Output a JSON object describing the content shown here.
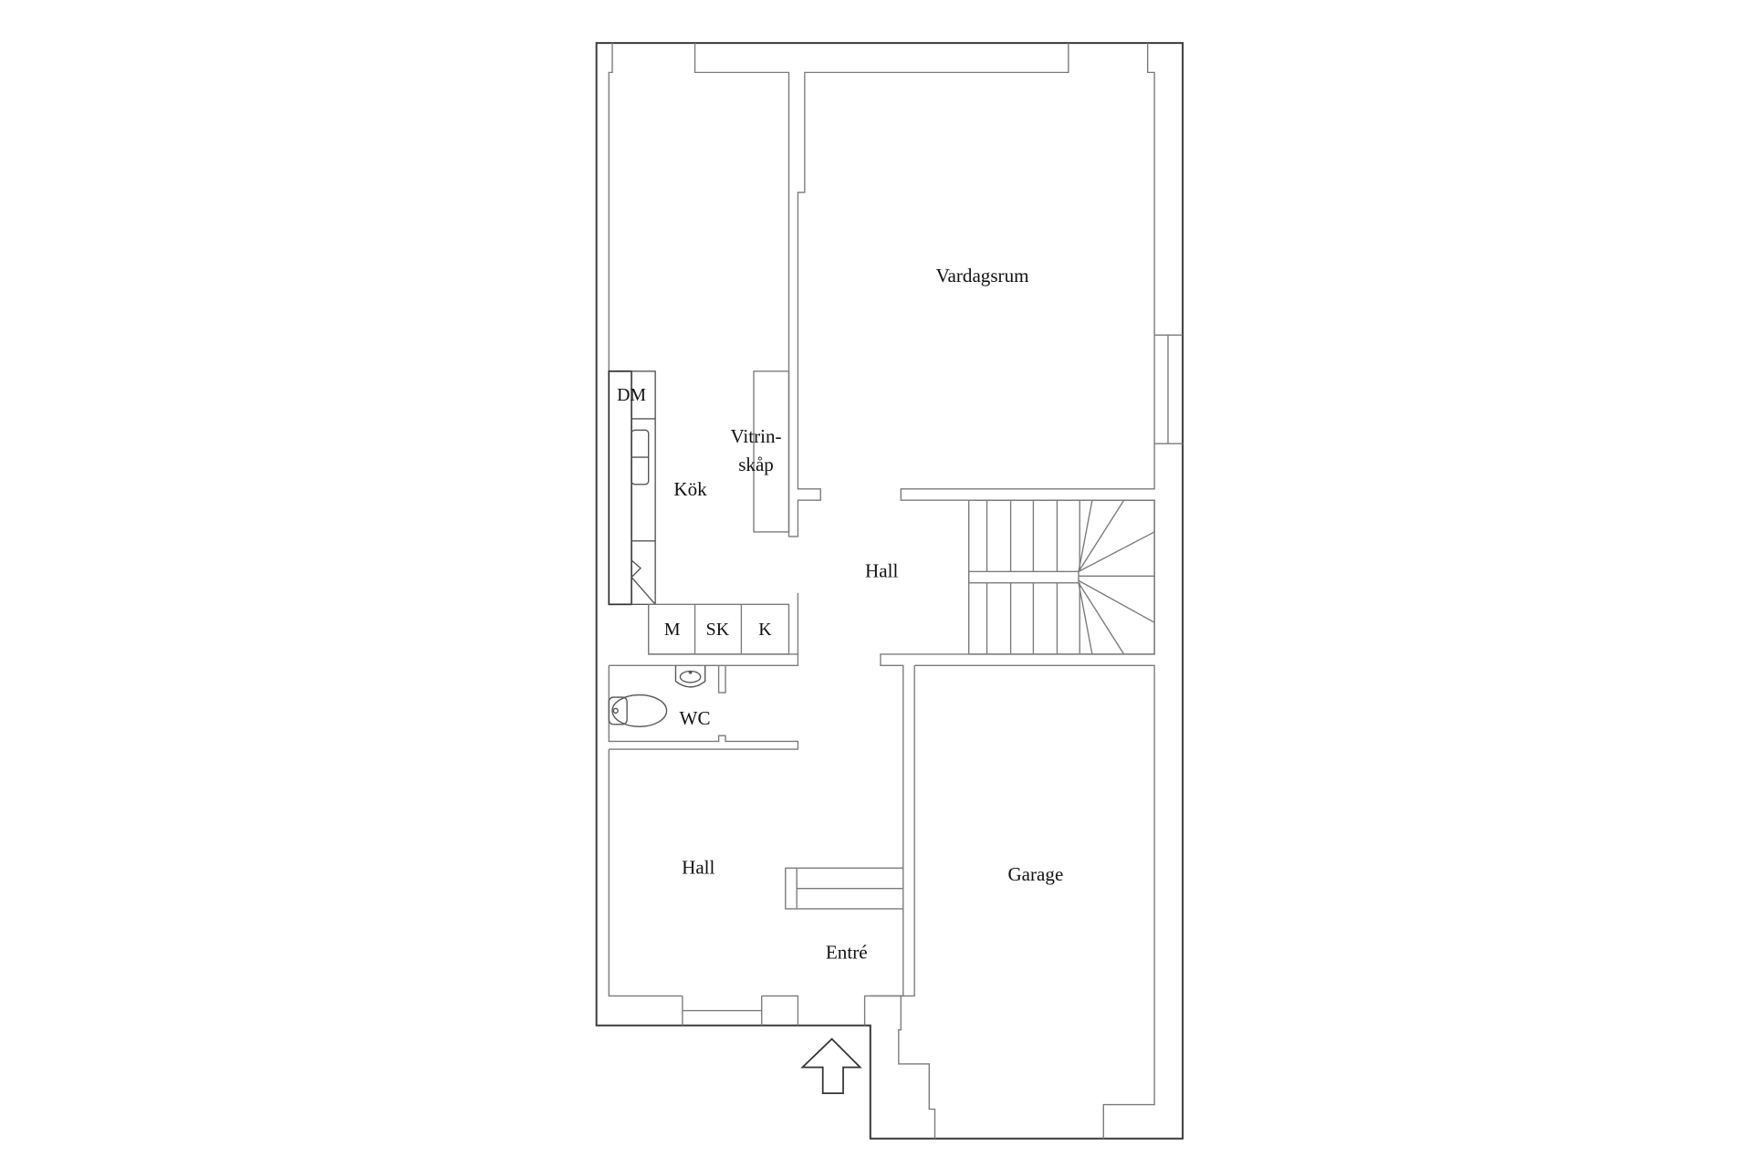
{
  "floorplan": {
    "rooms": {
      "vardagsrum": "Vardagsrum",
      "kok": "Kök",
      "vitrinskap_line1": "Vitrin-",
      "vitrinskap_line2": "skåp",
      "hall_upper": "Hall",
      "hall_lower": "Hall",
      "entre": "Entré",
      "garage": "Garage",
      "wc": "WC"
    },
    "fixtures": {
      "dishwasher": "DM",
      "washer": "M",
      "cabinet": "SK",
      "fridge": "K"
    },
    "entrance_arrow": "entrance-arrow",
    "colors": {
      "background": "#ffffff",
      "outer_wall": "#3a3a3a",
      "inner_wall": "#7a7a7a",
      "text": "#111111"
    }
  }
}
